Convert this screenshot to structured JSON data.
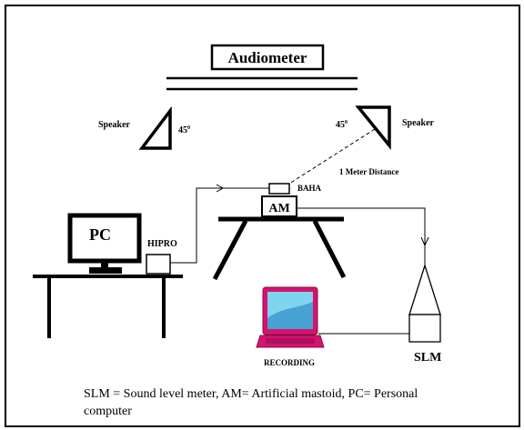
{
  "diagram": {
    "title_box": "Audiometer",
    "speaker_left_label": "Speaker",
    "speaker_right_label": "Speaker",
    "angle_left": "45",
    "angle_right": "45",
    "angle_unit": "0",
    "distance_label": "1 Meter Distance",
    "baha_label": "BAHA",
    "am_label": "AM",
    "pc_label": "PC",
    "hipro_label": "HIPRO",
    "recording_label": "RECORDING",
    "slm_label": "SLM",
    "caption_line1": "SLM = Sound level meter, AM= Artificial mastoid, PC= Personal",
    "caption_line2": "computer"
  },
  "colors": {
    "laptop": "#d4146e",
    "laptop_screen": "#7fd4ef",
    "line": "#000000"
  }
}
